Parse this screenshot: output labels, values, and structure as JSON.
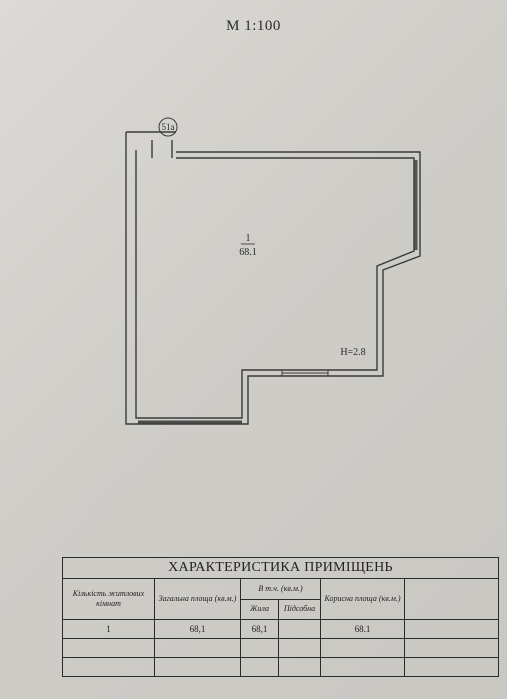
{
  "scale_label": "М 1:100",
  "plan": {
    "door_label": "51а",
    "room_number": "1",
    "room_area": "68.1",
    "height_label": "H=2.8"
  },
  "table": {
    "title": "ХАРАКТЕРИСТИКА ПРИМІЩЕНЬ",
    "headers": {
      "rooms": "Кількість житлових кімнат",
      "total_area": "Загальна площа (кв.м.)",
      "incl": "В т.ч. (кв.м.)",
      "living": "Жила",
      "auxiliary": "Підсобна",
      "useful_area": "Корисна площа (кв.м.)"
    },
    "row": {
      "rooms": "1",
      "total_area": "68,1",
      "living": "68,1",
      "auxiliary": "",
      "useful_area": "68.1"
    }
  }
}
